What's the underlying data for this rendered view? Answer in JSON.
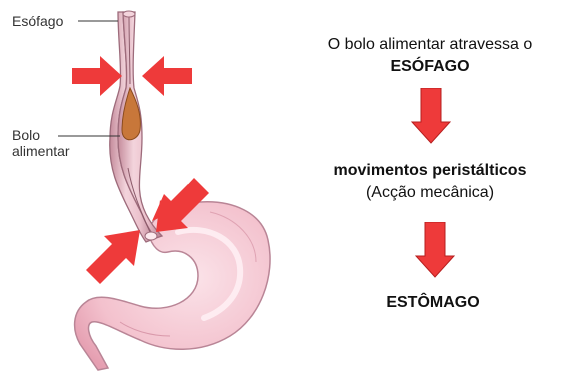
{
  "anatomy": {
    "esophagus_label": "Esófago",
    "bolus_label_line1": "Bolo",
    "bolus_label_line2": "alimentar"
  },
  "flow": {
    "step1_line1": "O bolo alimentar atravessa o",
    "step1_line2": "ESÓFAGO",
    "step2_line1": "movimentos peristálticos",
    "step2_line2": "(Acção mecânica)",
    "step3": "ESTÔMAGO"
  },
  "colors": {
    "arrow_red": "#ee3a3a",
    "stomach_pink": "#f5c4cf",
    "esophagus_pink": "#e6b7c3",
    "bolus_brown": "#c8773a"
  }
}
